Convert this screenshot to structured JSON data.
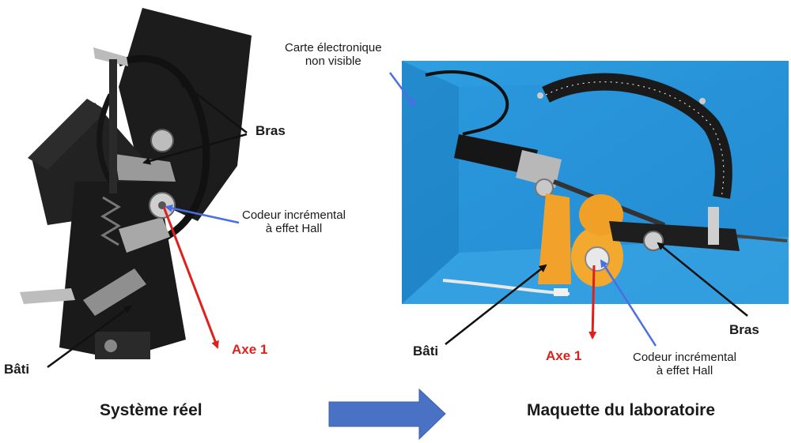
{
  "left_photo": {
    "label_bras": "Bras",
    "label_codeur": "Codeur incrémental\nà effet Hall",
    "label_axe": "Axe 1",
    "label_bati": "Bâti",
    "caption": "Système réel"
  },
  "right_photo": {
    "label_carte": "Carte électronique\nnon visible",
    "label_bras": "Bras",
    "label_axe": "Axe 1",
    "label_bati": "Bâti",
    "label_codeur": "Codeur incrémental\nà effet Hall",
    "caption": "Maquette du laboratoire"
  },
  "colors": {
    "arrow_black": "#111111",
    "arrow_blue": "#4a6fe3",
    "arrow_red": "#e0201c",
    "transition_arrow": "#4a72c4",
    "panel_blue": "#2a97dc",
    "orange_part": "#f2a22a"
  }
}
